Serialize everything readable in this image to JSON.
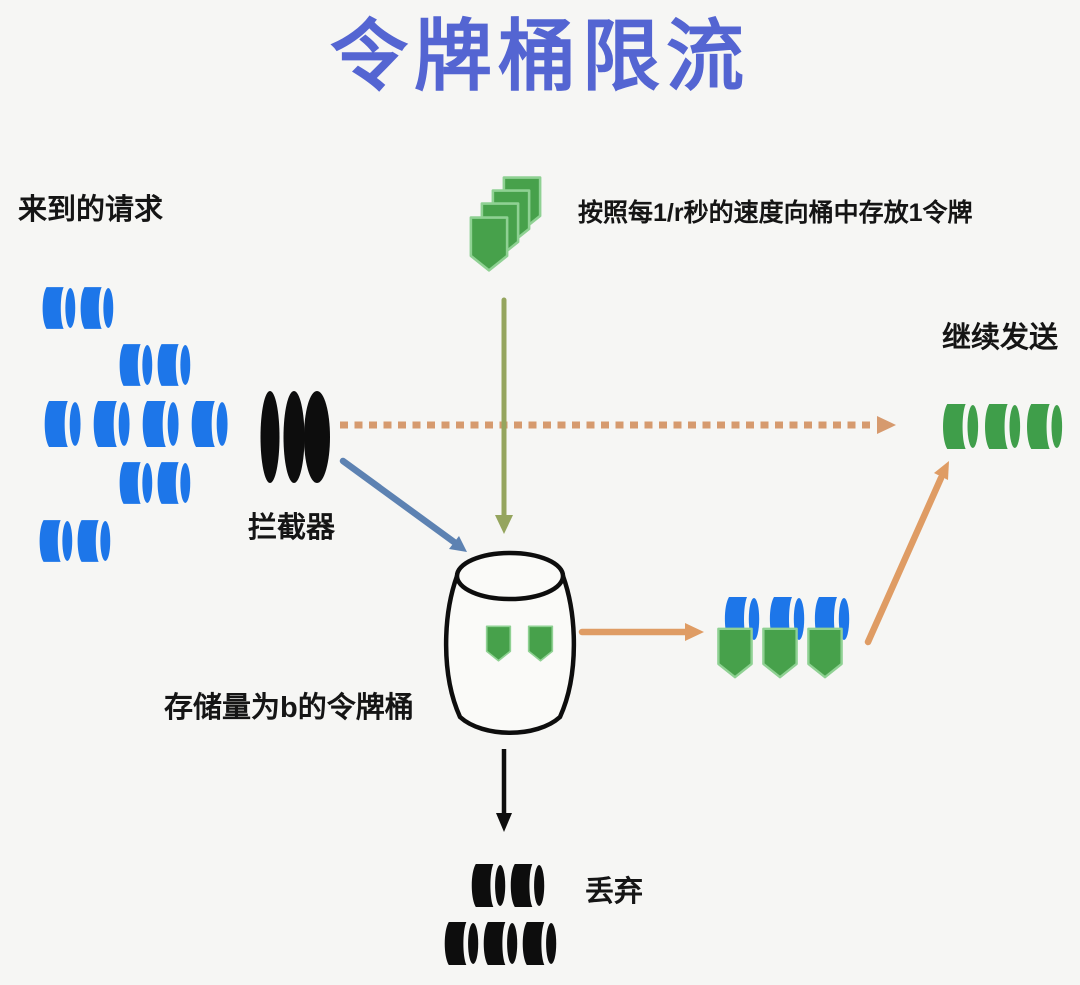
{
  "title": "令牌桶限流",
  "labels": {
    "incoming_requests": "来到的请求",
    "refill_rate": "按照每1/r秒的速度向桶中存放1令牌",
    "interceptor": "拦截器",
    "bucket_capacity": "存储量为b的令牌桶",
    "continue_sending": "继续发送",
    "discard": "丢弃"
  },
  "counts": {
    "incoming_request_rows": [
      2,
      2,
      4,
      2,
      2
    ],
    "token_stack": 4,
    "tokens_in_bucket": 2,
    "requests_with_tokens": 3,
    "forwarded_requests": 3,
    "discarded_request_rows": [
      2,
      3
    ]
  },
  "icons": {
    "request": "blue-cylinder-icon",
    "token": "green-shield-icon",
    "interceptor": "black-lens-stack-icon",
    "bucket": "barrel-icon",
    "forwarded_request": "green-cylinder-icon",
    "discarded_request": "black-cylinder-icon",
    "request_with_token": "blue-cylinder-with-green-shield-icon"
  },
  "colors": {
    "background": "#f6f6f4",
    "title-blue": "#5465d2",
    "request-blue": "#1d76e9",
    "token-green": "#47a14b",
    "token-green-light": "#8fd193",
    "forward-green": "#3f9e4a",
    "ink-black": "#0d0d0d",
    "arrow-dashed-orange": "#d69a6e",
    "arrow-orange": "#df9c64",
    "arrow-olive": "#95a55e",
    "arrow-steel-blue": "#5d82b2",
    "label-ink": "#151515",
    "bucket-fill": "#fafaf8"
  }
}
